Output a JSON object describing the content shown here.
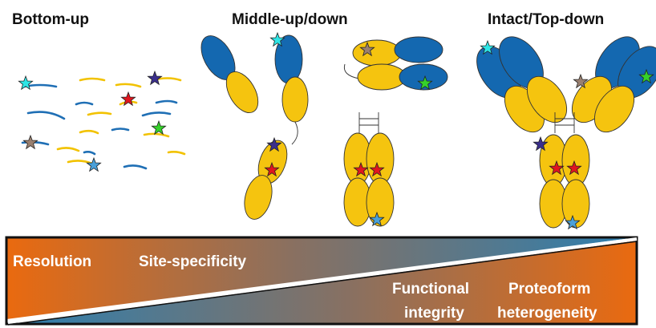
{
  "columns": {
    "bottom_up": {
      "title": "Bottom-up"
    },
    "middle": {
      "title": "Middle-up/down"
    },
    "intact": {
      "title": "Intact/Top-down"
    }
  },
  "bar": {
    "upper_labels": [
      "Resolution",
      "Site-specificity"
    ],
    "lower_labels": [
      {
        "line1": "Functional",
        "line2": "integrity"
      },
      {
        "line1": "Proteoform",
        "line2": "heterogeneity"
      }
    ]
  },
  "colors": {
    "heavy_chain_domain": "#1468b0",
    "light_chain_domain": "#f5c40f",
    "peptide_blue": "#1f6fb5",
    "peptide_yellow": "#f2c200",
    "gradient_orange": "#ea6a0f",
    "gradient_blue": "#2c7fb0",
    "star_cyan": "#2ee6e6",
    "star_navy": "#3a2f8c",
    "star_red": "#e0161e",
    "star_green": "#35d12a",
    "star_taupe": "#9a8070",
    "star_skyblue": "#4aa0d8"
  }
}
